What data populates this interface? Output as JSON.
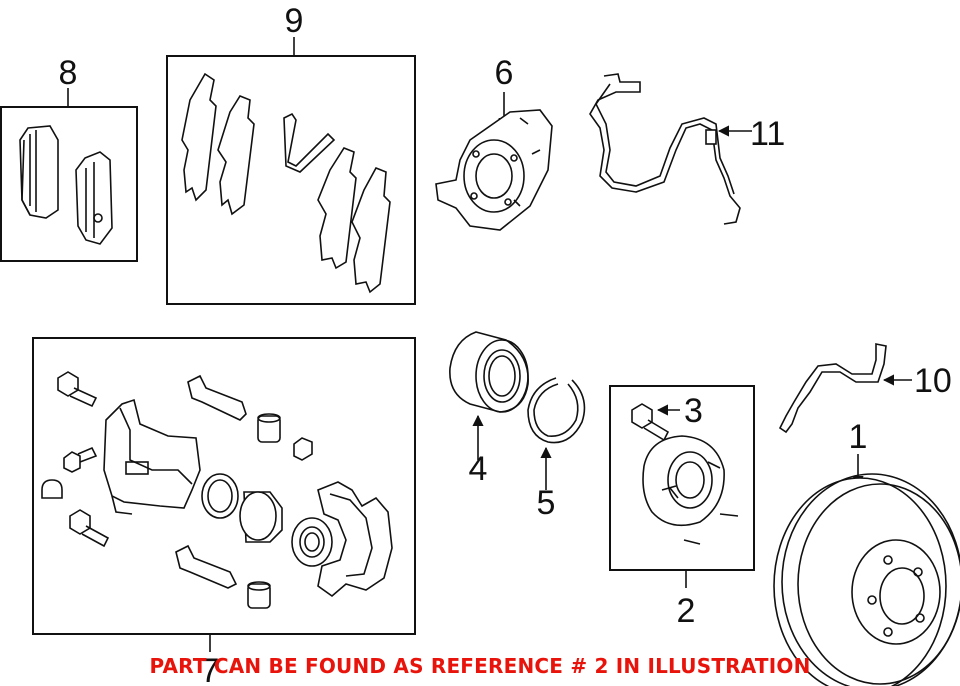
{
  "callouts": {
    "c1": "1",
    "c2": "2",
    "c3": "3",
    "c4": "4",
    "c5": "5",
    "c6": "6",
    "c7": "7",
    "c8": "8",
    "c9": "9",
    "c10": "10",
    "c11": "11"
  },
  "notice": {
    "text": "PART CAN BE FOUND AS REFERENCE # 2 IN ILLUSTRATION",
    "color": "#e8140c"
  }
}
